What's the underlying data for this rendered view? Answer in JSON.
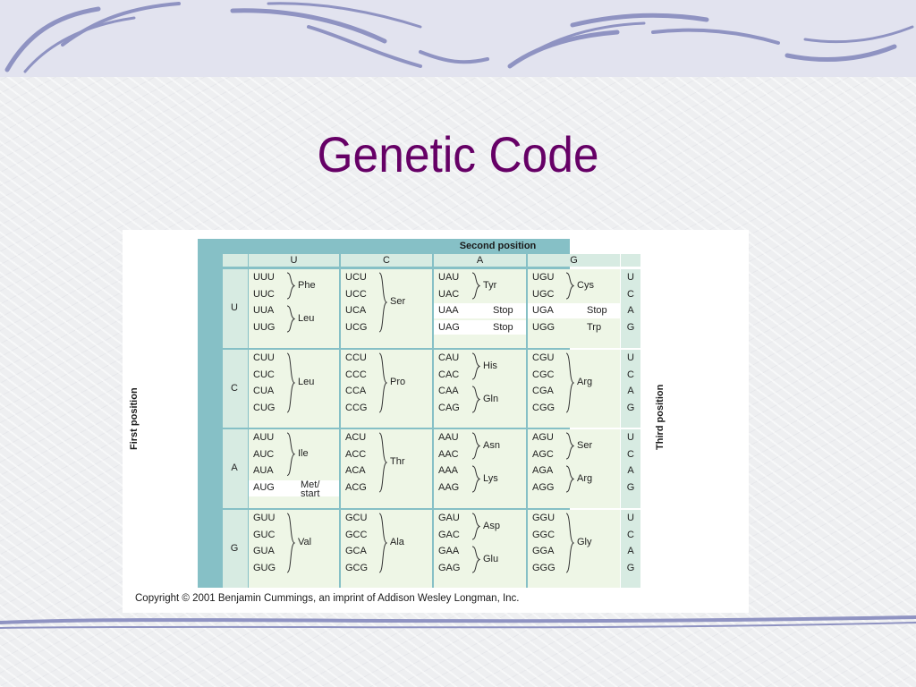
{
  "slide": {
    "title": "Genetic Code"
  },
  "table": {
    "header_second": "Second position",
    "label_first": "First position",
    "label_third": "Third position",
    "second_bases": [
      "U",
      "C",
      "A",
      "G"
    ],
    "first_bases": [
      "U",
      "C",
      "A",
      "G"
    ],
    "third_bases": [
      "U",
      "C",
      "A",
      "G"
    ],
    "blocks": [
      [
        {
          "codons": [
            "UUU",
            "UUC",
            "UUA",
            "UUG"
          ],
          "groups": [
            {
              "from": 0,
              "to": 1,
              "aa": "Phe"
            },
            {
              "from": 2,
              "to": 3,
              "aa": "Leu"
            }
          ]
        },
        {
          "codons": [
            "UCU",
            "UCC",
            "UCA",
            "UCG"
          ],
          "groups": [
            {
              "from": 0,
              "to": 3,
              "aa": "Ser"
            }
          ]
        },
        {
          "codons": [
            "UAU",
            "UAC",
            "UAA",
            "UAG"
          ],
          "groups": [
            {
              "from": 0,
              "to": 1,
              "aa": "Tyr"
            },
            {
              "from": 2,
              "to": 2,
              "aa": "Stop",
              "inline": true,
              "white": true
            },
            {
              "from": 3,
              "to": 3,
              "aa": "Stop",
              "inline": true,
              "white": true
            }
          ]
        },
        {
          "codons": [
            "UGU",
            "UGC",
            "UGA",
            "UGG"
          ],
          "groups": [
            {
              "from": 0,
              "to": 1,
              "aa": "Cys"
            },
            {
              "from": 2,
              "to": 2,
              "aa": "Stop",
              "inline": true,
              "white": true
            },
            {
              "from": 3,
              "to": 3,
              "aa": "Trp",
              "inline": true
            }
          ]
        }
      ],
      [
        {
          "codons": [
            "CUU",
            "CUC",
            "CUA",
            "CUG"
          ],
          "groups": [
            {
              "from": 0,
              "to": 3,
              "aa": "Leu"
            }
          ]
        },
        {
          "codons": [
            "CCU",
            "CCC",
            "CCA",
            "CCG"
          ],
          "groups": [
            {
              "from": 0,
              "to": 3,
              "aa": "Pro"
            }
          ]
        },
        {
          "codons": [
            "CAU",
            "CAC",
            "CAA",
            "CAG"
          ],
          "groups": [
            {
              "from": 0,
              "to": 1,
              "aa": "His"
            },
            {
              "from": 2,
              "to": 3,
              "aa": "Gln"
            }
          ]
        },
        {
          "codons": [
            "CGU",
            "CGC",
            "CGA",
            "CGG"
          ],
          "groups": [
            {
              "from": 0,
              "to": 3,
              "aa": "Arg"
            }
          ]
        }
      ],
      [
        {
          "codons": [
            "AUU",
            "AUC",
            "AUA",
            "AUG"
          ],
          "groups": [
            {
              "from": 0,
              "to": 2,
              "aa": "Ile"
            },
            {
              "from": 3,
              "to": 3,
              "aa": "Met/ start",
              "inline": true,
              "white": true
            }
          ]
        },
        {
          "codons": [
            "ACU",
            "ACC",
            "ACA",
            "ACG"
          ],
          "groups": [
            {
              "from": 0,
              "to": 3,
              "aa": "Thr"
            }
          ]
        },
        {
          "codons": [
            "AAU",
            "AAC",
            "AAA",
            "AAG"
          ],
          "groups": [
            {
              "from": 0,
              "to": 1,
              "aa": "Asn"
            },
            {
              "from": 2,
              "to": 3,
              "aa": "Lys"
            }
          ]
        },
        {
          "codons": [
            "AGU",
            "AGC",
            "AGA",
            "AGG"
          ],
          "groups": [
            {
              "from": 0,
              "to": 1,
              "aa": "Ser"
            },
            {
              "from": 2,
              "to": 3,
              "aa": "Arg"
            }
          ]
        }
      ],
      [
        {
          "codons": [
            "GUU",
            "GUC",
            "GUA",
            "GUG"
          ],
          "groups": [
            {
              "from": 0,
              "to": 3,
              "aa": "Val"
            }
          ]
        },
        {
          "codons": [
            "GCU",
            "GCC",
            "GCA",
            "GCG"
          ],
          "groups": [
            {
              "from": 0,
              "to": 3,
              "aa": "Ala"
            }
          ]
        },
        {
          "codons": [
            "GAU",
            "GAC",
            "GAA",
            "GAG"
          ],
          "groups": [
            {
              "from": 0,
              "to": 1,
              "aa": "Asp"
            },
            {
              "from": 2,
              "to": 3,
              "aa": "Glu"
            }
          ]
        },
        {
          "codons": [
            "GGU",
            "GGC",
            "GGA",
            "GGG"
          ],
          "groups": [
            {
              "from": 0,
              "to": 3,
              "aa": "Gly"
            }
          ]
        }
      ]
    ],
    "copyright": "Copyright © 2001 Benjamin Cummings, an imprint of Addison Wesley Longman, Inc."
  },
  "colors": {
    "title": "#660066",
    "table_frame": "#86c0c6",
    "cell_fill": "#eef6e6",
    "band": "#e2e3ef",
    "swoosh": "#8f93c2"
  }
}
